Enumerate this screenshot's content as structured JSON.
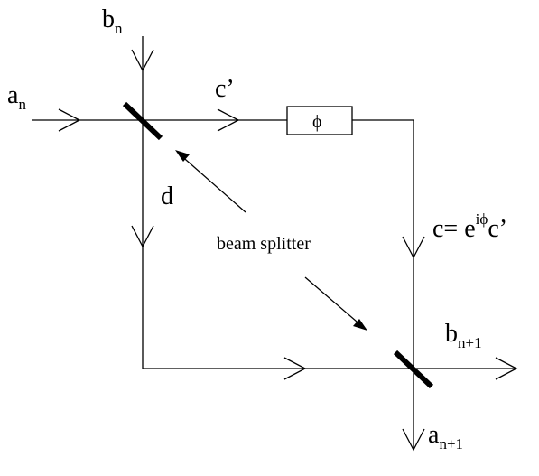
{
  "labels": {
    "b_n_main": "b",
    "b_n_sub": "n",
    "a_n_main": "a",
    "a_n_sub": "n",
    "c_prime": "c’",
    "phase": "ϕ",
    "d": "d",
    "beam_splitter": "beam splitter",
    "c_eq_main": "c= e",
    "c_eq_sup": "iϕ",
    "c_eq_tail": "c’",
    "b_n1_main": "b",
    "b_n1_sub": "n+1",
    "a_n1_main": "a",
    "a_n1_sub": "n+1"
  }
}
